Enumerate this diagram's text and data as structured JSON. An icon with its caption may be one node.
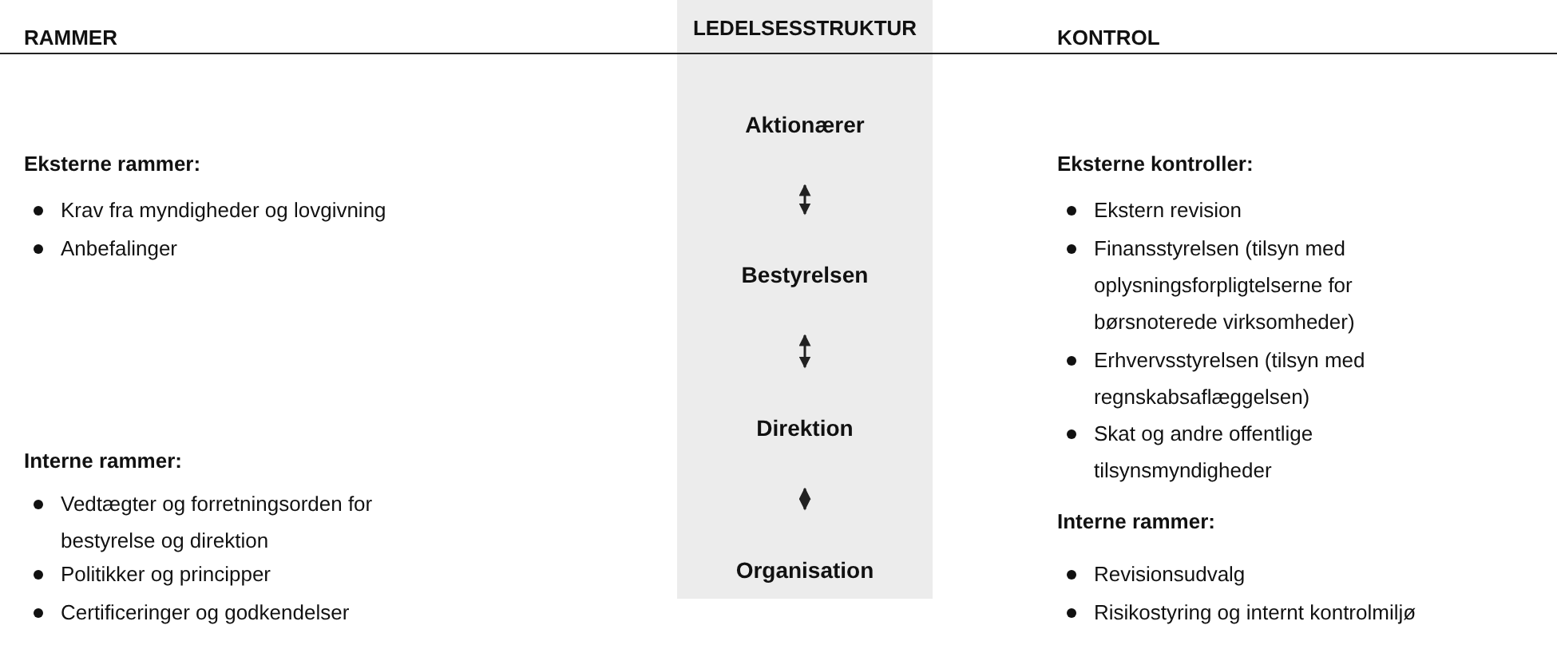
{
  "diagram": {
    "nodes": [
      {
        "text": [
          "LEDELSESSTRUKTUR"
        ]
      },
      {
        "text": [
          "Aktionærer"
        ],
        "in": 0
      },
      {
        "text": [
          "Bestyrelsen"
        ],
        "in": 0
      },
      {
        "text": [
          "Direktion"
        ],
        "in": 0
      },
      {
        "text": [
          "Organisation"
        ],
        "in": 0
      }
    ],
    "edges": [
      {
        "from": 1,
        "to": 2,
        "arrow": "both"
      },
      {
        "from": 2,
        "to": 3,
        "arrow": "both"
      },
      {
        "from": 3,
        "to": 4,
        "arrow": "both"
      }
    ],
    "labels": [
      "RAMMER",
      "KONTROL",
      "Eksterne rammer:",
      "Krav fra myndigheder og lovgivning",
      "Anbefalinger",
      "Interne rammer:",
      "Vedtægter og forretningsorden for bestyrelse og direktion",
      "Politikker og principper",
      "Certificeringer og godkendelser",
      "Eksterne kontroller:",
      "Ekstern revision",
      "Finansstyrelsen (tilsyn med oplysningsforpligtelserne for børsnoterede virksomheder)",
      "Erhvervsstyrelsen (tilsyn med regnskabsaflæggelsen)",
      "Skat og andre offentlige tilsynsmyndigheder",
      "Interne rammer:",
      "Revisionsudvalg",
      "Risikostyring og internt kontrolmiljø"
    ]
  }
}
